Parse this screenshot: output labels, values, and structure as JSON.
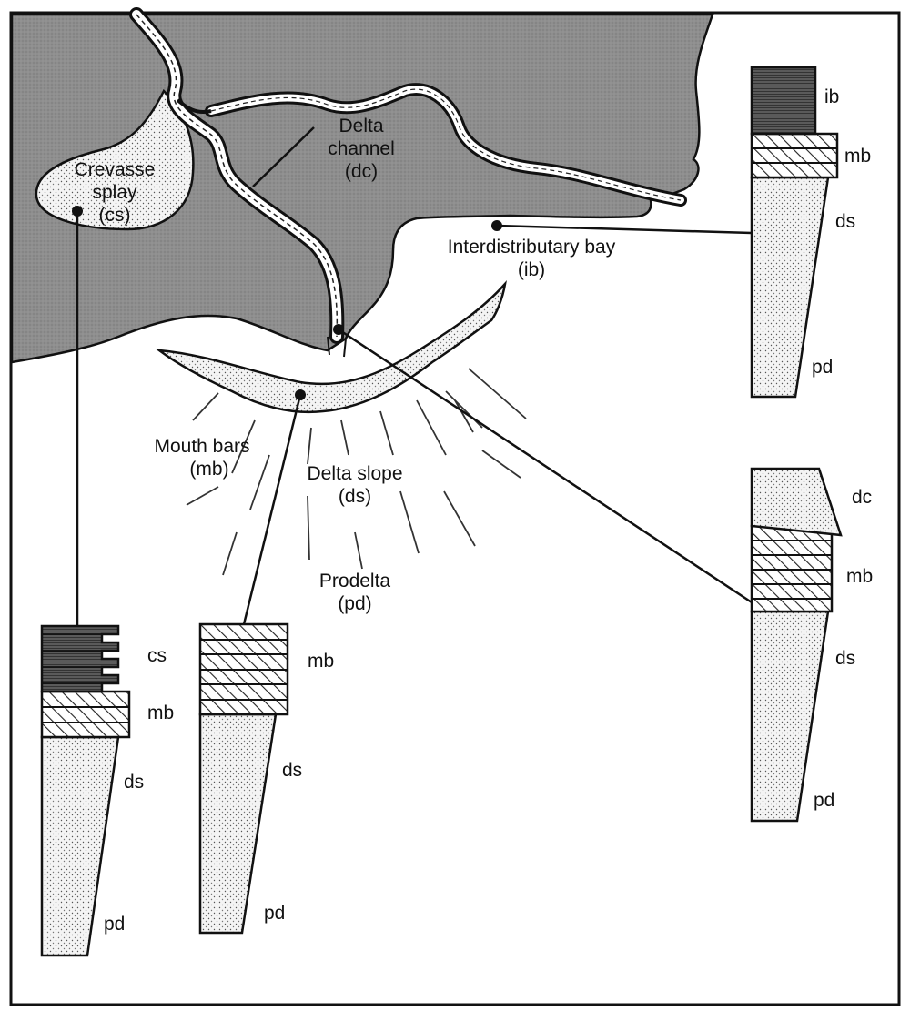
{
  "map_labels": {
    "crevasse_splay": [
      "Crevasse",
      "splay",
      "(cs)"
    ],
    "delta_channel": [
      "Delta",
      "channel",
      "(dc)"
    ],
    "interdistributary_bay": [
      "Interdistributary bay",
      "(ib)"
    ],
    "mouth_bars": [
      "Mouth bars",
      "(mb)"
    ],
    "delta_slope": [
      "Delta slope",
      "(ds)"
    ],
    "prodelta": [
      "Prodelta",
      "(pd)"
    ]
  },
  "columns": {
    "crevasse_splay": [
      "cs",
      "mb",
      "ds",
      "pd"
    ],
    "mouth_bar": [
      "mb",
      "ds",
      "pd"
    ],
    "interdistributary_bay": [
      "ib",
      "mb",
      "ds",
      "pd"
    ],
    "delta_channel": [
      "dc",
      "mb",
      "ds",
      "pd"
    ]
  },
  "colors": {
    "land": "#8e8e8e",
    "ink": "#111111",
    "sand_fill": "#f4f4f4"
  }
}
